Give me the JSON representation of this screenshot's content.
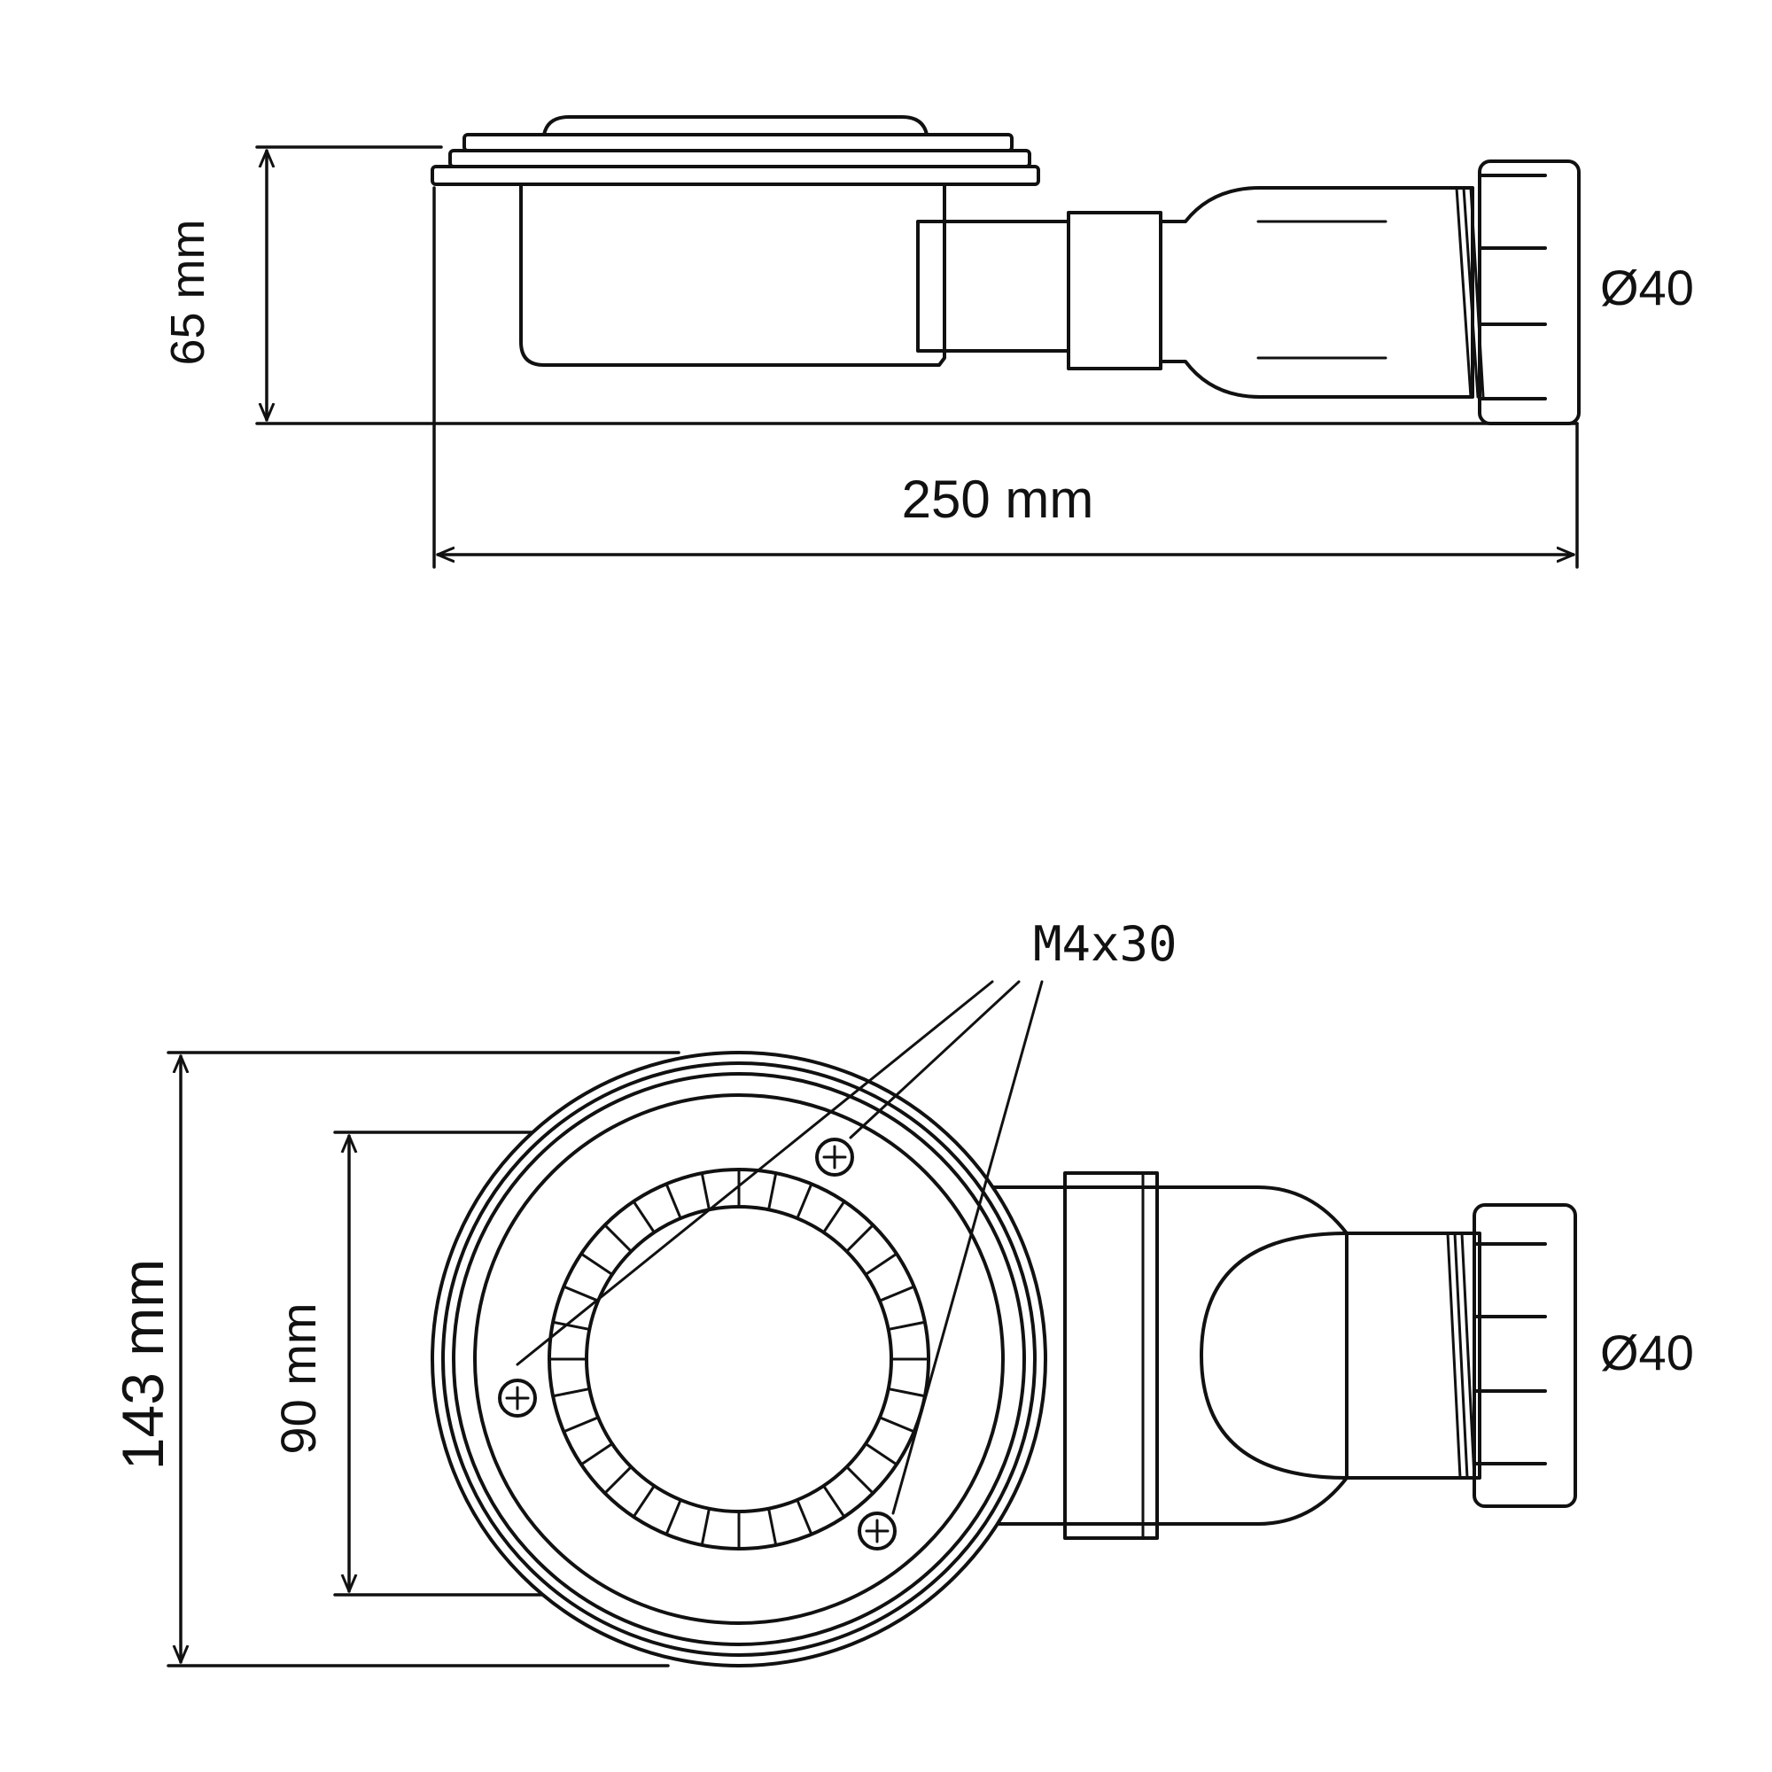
{
  "side_view": {
    "height_label": "65 mm",
    "length_label": "250 mm",
    "outlet_label": "Ø40"
  },
  "top_view": {
    "outer_label": "143 mm",
    "inner_label": "90 mm",
    "screw_label": "M4x30",
    "outlet_label": "Ø40"
  }
}
